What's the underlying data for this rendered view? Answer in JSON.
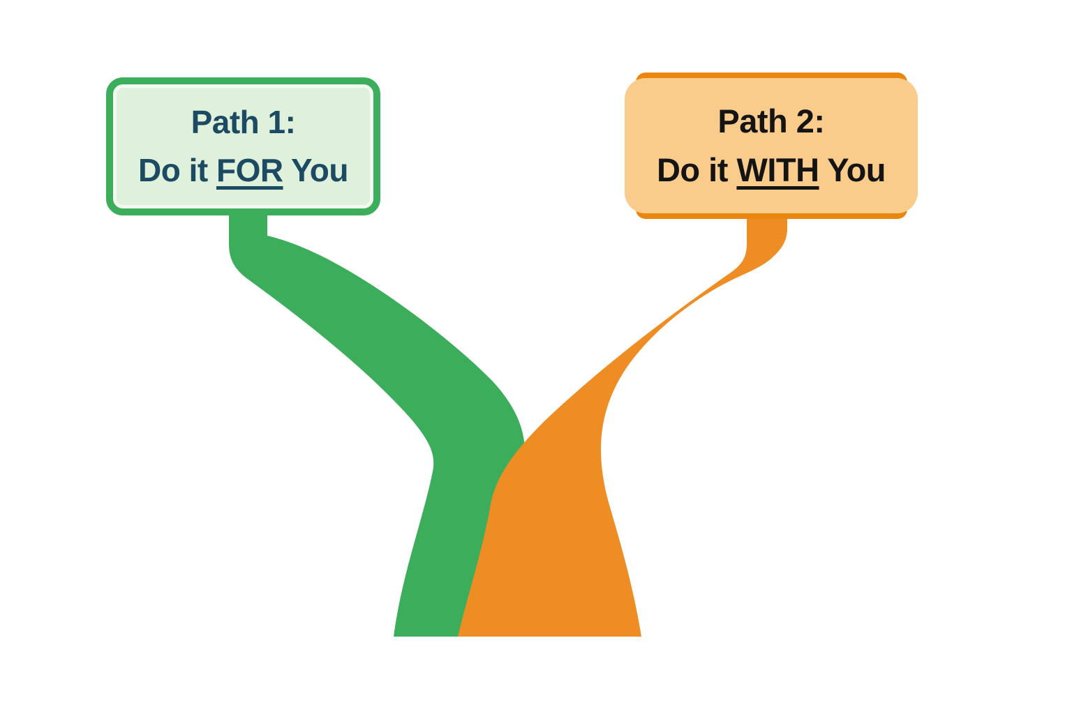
{
  "diagram": {
    "type": "fork-decision-diagram",
    "description": "Two labeled sign boxes whose green and orange roads curve down and merge into one trunk"
  },
  "path1": {
    "title": "Path 1:",
    "subtitle_pre": "Do it ",
    "subtitle_emphasis": "FOR",
    "subtitle_post": " You"
  },
  "path2": {
    "title": "Path 2:",
    "subtitle_pre": "Do it ",
    "subtitle_emphasis": "WITH",
    "subtitle_post": " You"
  },
  "colors": {
    "green": "#3cae5b",
    "green_box_fill": "#dff0db",
    "green_box_inner": "#f3faf1",
    "navy_text": "#1c4a63",
    "orange": "#ee8d23",
    "orange_dark": "#e8860f",
    "orange_box_fill": "#f9cc8b",
    "black_text": "#141414",
    "background": "#ffffff"
  }
}
